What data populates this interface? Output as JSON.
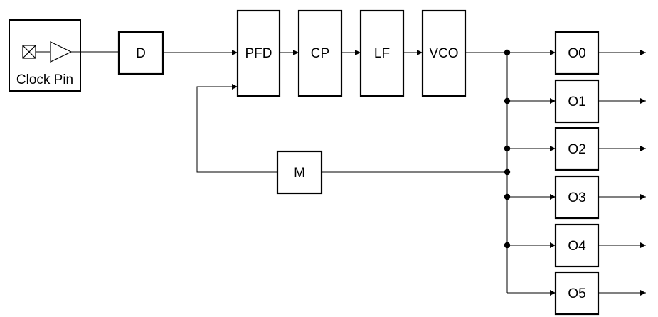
{
  "clock_pin": {
    "label": "Clock Pin"
  },
  "blocks": {
    "d": "D",
    "pfd": "PFD",
    "cp": "CP",
    "lf": "LF",
    "vco": "VCO",
    "m": "M"
  },
  "outputs": [
    "O0",
    "O1",
    "O2",
    "O3",
    "O4",
    "O5"
  ]
}
